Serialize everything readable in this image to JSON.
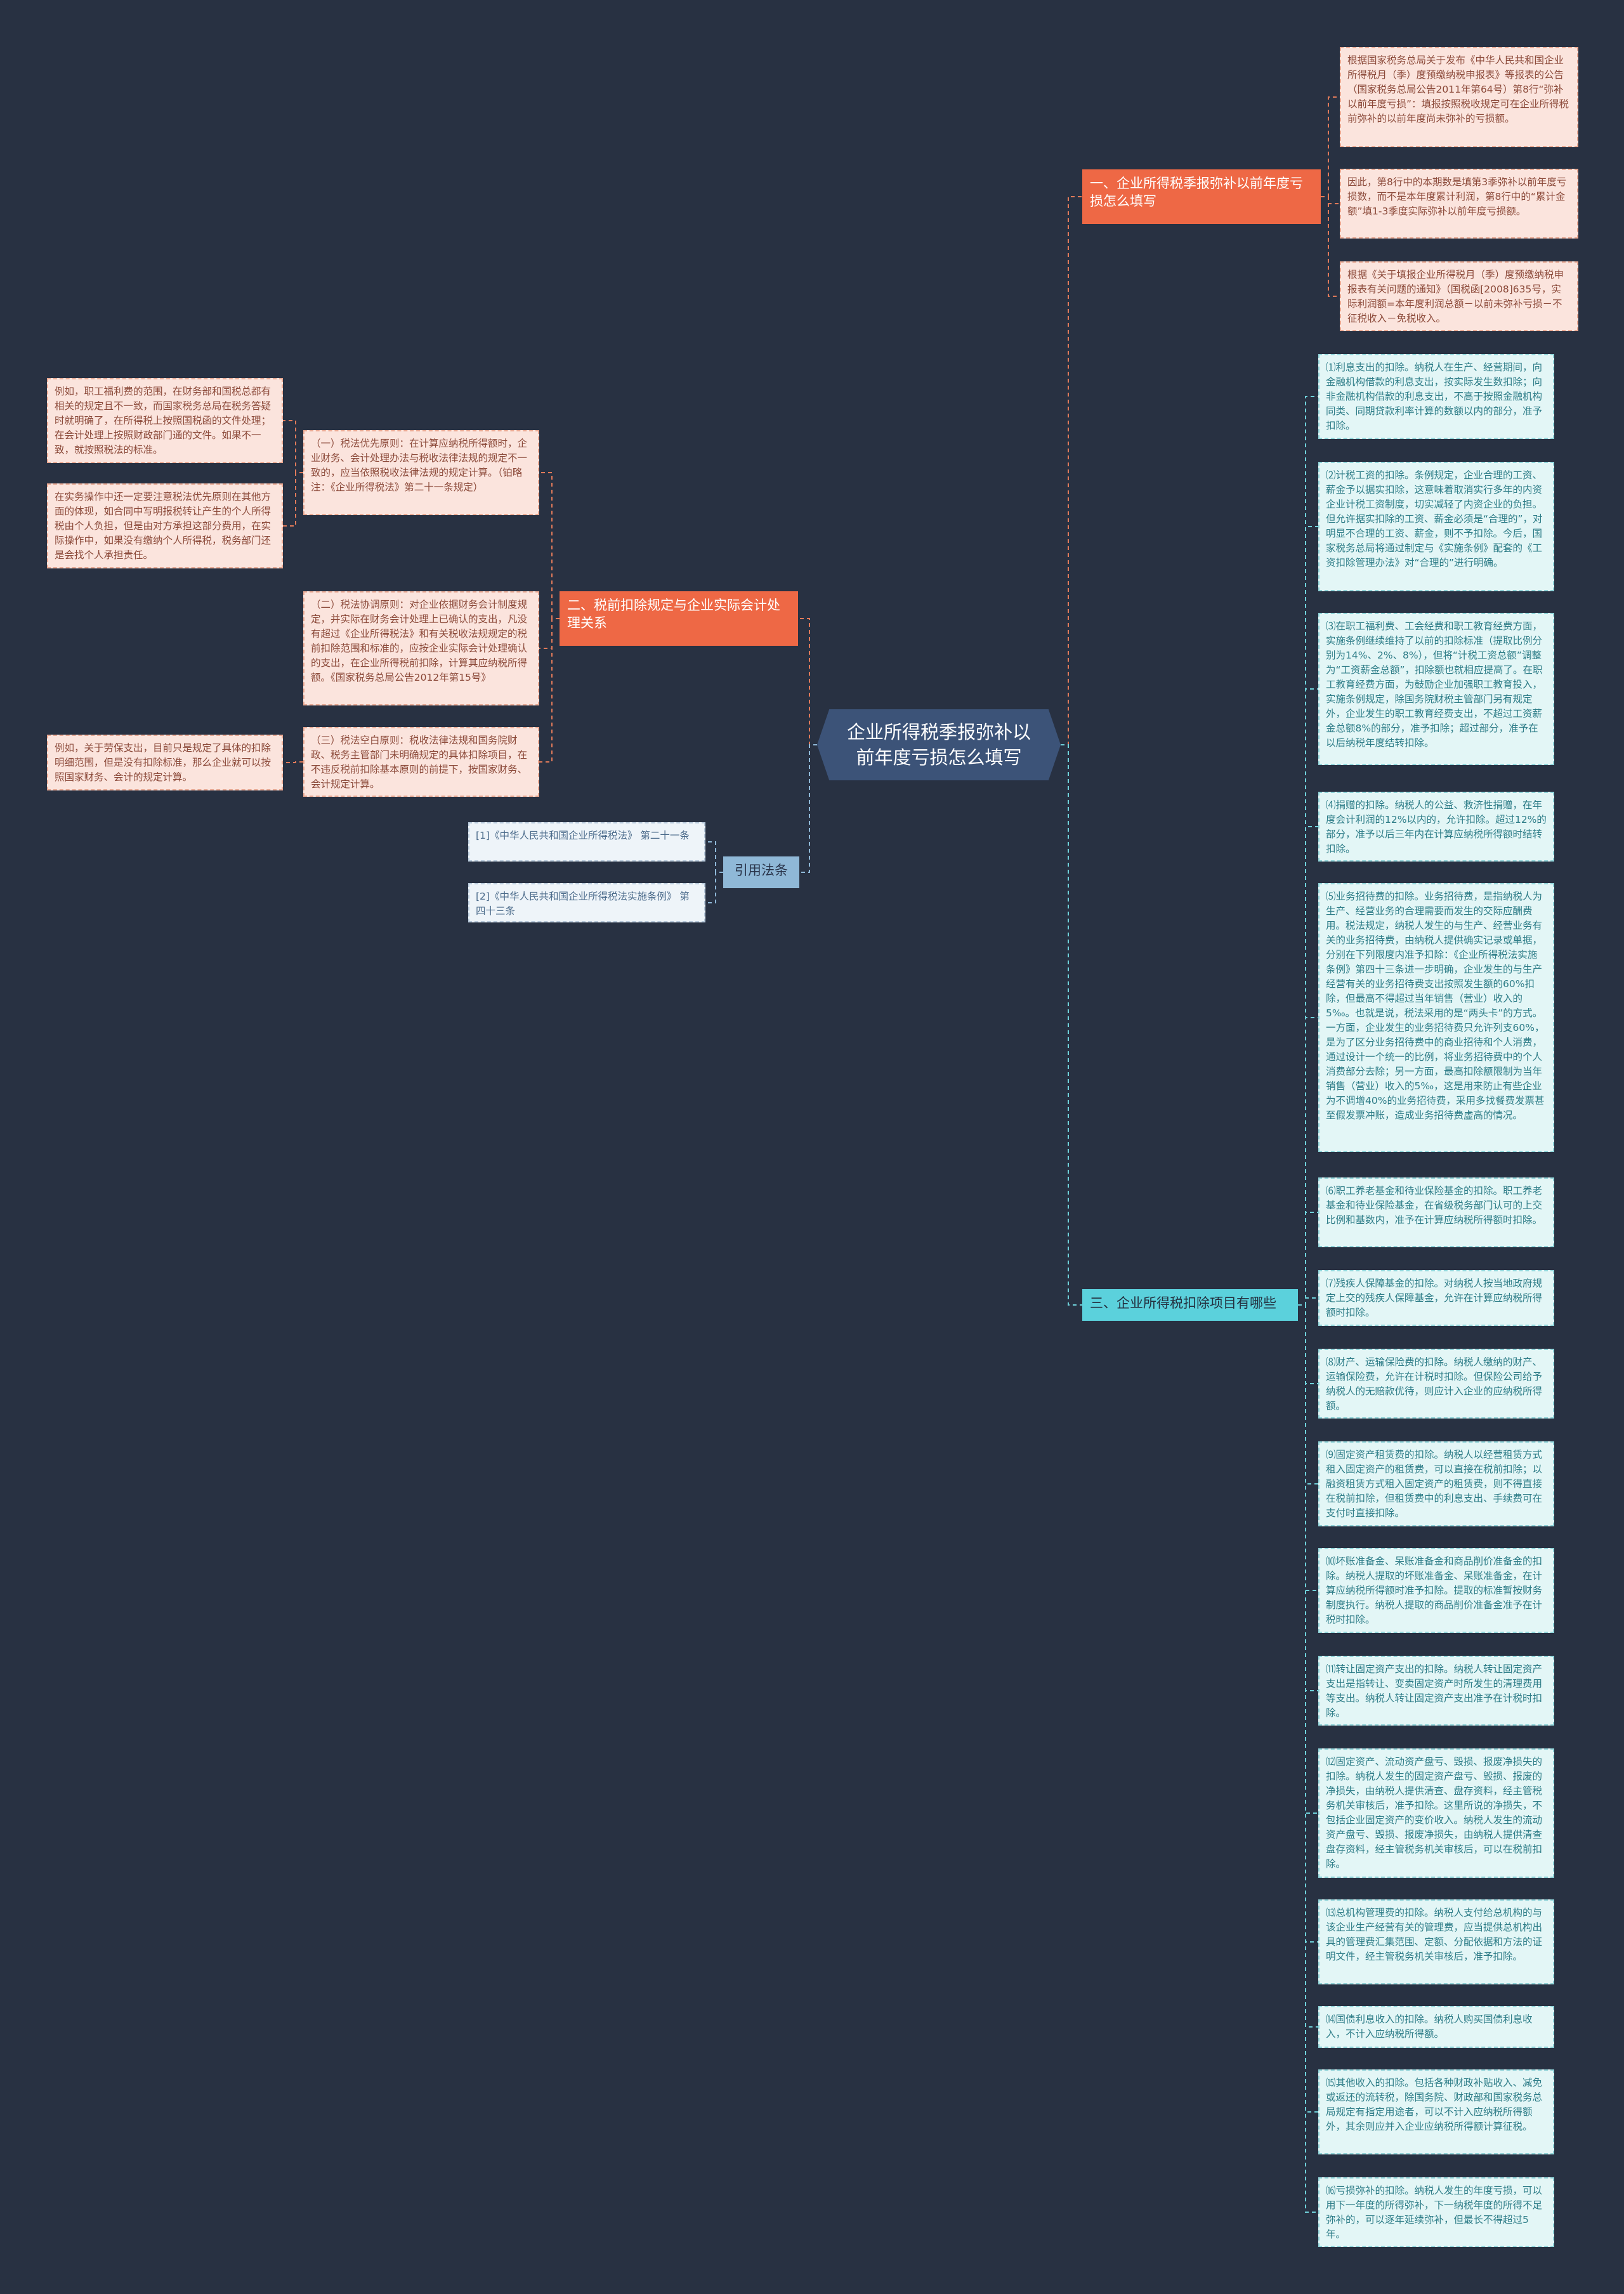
{
  "root": {
    "title": "企业所得税季报弥补以前年度亏损怎么填写"
  },
  "branches": {
    "b1": "一、企业所得税季报弥补以前年度亏损怎么填写",
    "b2": "二、税前扣除规定与企业实际会计处理关系",
    "b3": "三、企业所得税扣除项目有哪些",
    "b4": "引用法条"
  },
  "b1_items": [
    "根据国家税务总局关于发布《中华人民共和国企业所得税月（季）度预缴纳税申报表》等报表的公告（国家税务总局公告2011年第64号）第8行“弥补以前年度亏损”：填报按照税收规定可在企业所得税前弥补的以前年度尚未弥补的亏损额。",
    "因此，第8行中的本期数是填第3季弥补以前年度亏损数，而不是本年度累计利润，第8行中的“累计金额”填1-3季度实际弥补以前年度亏损额。",
    "根据《关于填报企业所得税月（季）度预缴纳税申报表有关问题的通知》（国税函[2008]635号，实际利润额=本年度利润总额－以前未弥补亏损－不征税收入－免税收入。"
  ],
  "b2_items": [
    "（一）税法优先原则：在计算应纳税所得额时，企业财务、会计处理办法与税收法律法规的规定不一致的，应当依照税收法律法规的规定计算。（铂略注：《企业所得税法》第二十一条规定）",
    "（二）税法协调原则：对企业依据财务会计制度规定，并实际在财务会计处理上已确认的支出，凡没有超过《企业所得税法》和有关税收法规规定的税前扣除范围和标准的，应按企业实际会计处理确认的支出，在企业所得税前扣除，计算其应纳税所得额。《国家税务总局公告2012年第15号》",
    "（三）税法空白原则：税收法律法规和国务院财政、税务主管部门未明确规定的具体扣除项目，在不违反税前扣除基本原则的前提下，按国家财务、会计规定计算。"
  ],
  "b2_sub": [
    "例如，职工福利费的范围，在财务部和国税总都有相关的规定且不一致，而国家税务总局在税务答疑时就明确了，在所得税上按照国税函的文件处理；在会计处理上按照财政部门通的文件。如果不一致，就按照税法的标准。",
    "在实务操作中还一定要注意税法优先原则在其他方面的体现，如合同中写明报税转让产生的个人所得税由个人负担，但是由对方承担这部分费用，在实际操作中，如果没有缴纳个人所得税，税务部门还是会找个人承担责任。",
    "例如，关于劳保支出，目前只是规定了具体的扣除明细范围，但是没有扣除标准，那么企业就可以按照国家财务、会计的规定计算。"
  ],
  "refs": [
    "[1]《中华人民共和国企业所得税法》 第二十一条",
    "[2]《中华人民共和国企业所得税法实施条例》 第四十三条"
  ],
  "b3_items": [
    "⑴利息支出的扣除。纳税人在生产、经营期间，向金融机构借款的利息支出，按实际发生数扣除；向非金融机构借款的利息支出，不高于按照金融机构同类、同期贷款利率计算的数额以内的部分，准予扣除。",
    "⑵计税工资的扣除。条例规定，企业合理的工资、薪金予以据实扣除，这意味着取消实行多年的内资企业计税工资制度，切实减轻了内资企业的负担。但允许据实扣除的工资、薪金必须是“合理的”，对明显不合理的工资、薪金，则不予扣除。今后，国家税务总局将通过制定与《实施条例》配套的《工资扣除管理办法》对“合理的”进行明确。",
    "⑶在职工福利费、工会经费和职工教育经费方面，实施条例继续维持了以前的扣除标准（提取比例分别为14%、2%、8%），但将“计税工资总额”调整为“工资薪金总额”，扣除额也就相应提高了。在职工教育经费方面，为鼓励企业加强职工教育投入，实施条例规定，除国务院财税主管部门另有规定外，企业发生的职工教育经费支出，不超过工资薪金总额8%的部分，准予扣除；超过部分，准予在以后纳税年度结转扣除。",
    "⑷捐赠的扣除。纳税人的公益、救济性捐赠，在年度会计利润的12%以内的，允许扣除。超过12%的部分，准予以后三年内在计算应纳税所得额时结转扣除。",
    "⑸业务招待费的扣除。业务招待费，是指纳税人为生产、经营业务的合理需要而发生的交际应酬费用。税法规定，纳税人发生的与生产、经营业务有关的业务招待费，由纳税人提供确实记录或单据，分别在下列限度内准予扣除：《企业所得税法实施条例》第四十三条进一步明确，企业发生的与生产经营有关的业务招待费支出按照发生额的60%扣除，但最高不得超过当年销售（营业）收入的5‰。也就是说，税法采用的是“两头卡”的方式。一方面，企业发生的业务招待费只允许列支60%，是为了区分业务招待费中的商业招待和个人消费，通过设计一个统一的比例，将业务招待费中的个人消费部分去除；另一方面，最高扣除额限制为当年销售（营业）收入的5‰，这是用来防止有些企业为不调增40%的业务招待费，采用多找餐费发票甚至假发票冲账，造成业务招待费虚高的情况。",
    "⑹职工养老基金和待业保险基金的扣除。职工养老基金和待业保险基金，在省级税务部门认可的上交比例和基数内，准予在计算应纳税所得额时扣除。",
    "⑺残疾人保障基金的扣除。对纳税人按当地政府规定上交的残疾人保障基金，允许在计算应纳税所得额时扣除。",
    "⑻财产、运输保险费的扣除。纳税人缴纳的财产、运输保险费，允许在计税时扣除。但保险公司给予纳税人的无赔款优待，则应计入企业的应纳税所得额。",
    "⑼固定资产租赁费的扣除。纳税人以经营租赁方式租入固定资产的租赁费，可以直接在税前扣除；以融资租赁方式租入固定资产的租赁费，则不得直接在税前扣除，但租赁费中的利息支出、手续费可在支付时直接扣除。",
    "⑽坏账准备金、呆账准备金和商品削价准备金的扣除。纳税人提取的坏账准备金、呆账准备金，在计算应纳税所得额时准予扣除。提取的标准暂按财务制度执行。纳税人提取的商品削价准备金准予在计税时扣除。",
    "⑾转让固定资产支出的扣除。纳税人转让固定资产支出是指转让、变卖固定资产时所发生的清理费用等支出。纳税人转让固定资产支出准予在计税时扣除。",
    "⑿固定资产、流动资产盘亏、毁损、报废净损失的扣除。纳税人发生的固定资产盘亏、毁损、报废的净损失，由纳税人提供清查、盘存资料，经主管税务机关审核后，准予扣除。这里所说的净损失，不包括企业固定资产的变价收入。纳税人发生的流动资产盘亏、毁损、报废净损失，由纳税人提供清查盘存资料，经主管税务机关审核后，可以在税前扣除。",
    "⒀总机构管理费的扣除。纳税人支付给总机构的与该企业生产经营有关的管理费，应当提供总机构出具的管理费汇集范围、定额、分配依据和方法的证明文件，经主管税务机关审核后，准予扣除。",
    "⒁国债利息收入的扣除。纳税人购买国债利息收入，不计入应纳税所得额。",
    "⒂其他收入的扣除。包括各种财政补贴收入、减免或返还的流转税，除国务院、财政部和国家税务总局规定有指定用途者，可以不计入应纳税所得额外，其余则应并入企业应纳税所得额计算征税。",
    "⒃亏损弥补的扣除。纳税人发生的年度亏损，可以用下一年度的所得弥补，下一纳税年度的所得不足弥补的，可以逐年延续弥补，但最长不得超过5年。"
  ],
  "colors": {
    "background": "#283142",
    "root": "#3c5378",
    "branch_orange": "#ee6845",
    "branch_blue": "#8fb8d7",
    "branch_cyan": "#5bd1dc",
    "leaf_pink": "#fbe4dd",
    "leaf_mint": "#e3f6f6",
    "line_orange": "#e07a5a",
    "line_cyan": "#6fd1da"
  }
}
